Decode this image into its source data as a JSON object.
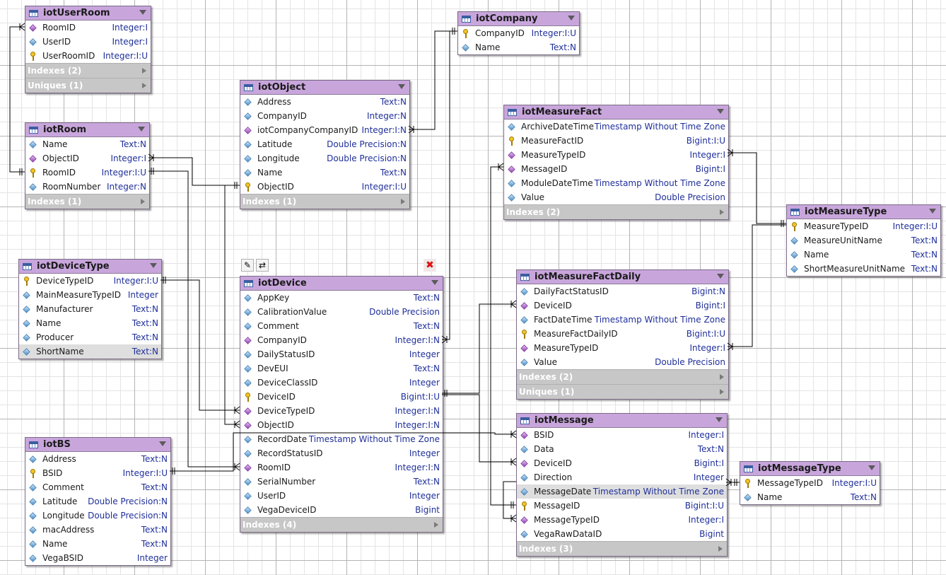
{
  "entities": [
    {
      "name": "iotUserRoom",
      "fields": [
        {
          "icon": "fk",
          "name": "RoomID",
          "type": "Integer:I"
        },
        {
          "icon": "attr",
          "name": "UserID",
          "type": "Integer:I"
        },
        {
          "icon": "key",
          "name": "UserRoomID",
          "type": "Integer:I:U"
        }
      ],
      "sections": [
        "Indexes (2)",
        "Uniques (1)"
      ]
    },
    {
      "name": "iotCompany",
      "fields": [
        {
          "icon": "key",
          "name": "CompanyID",
          "type": "Integer:I:U"
        },
        {
          "icon": "attr",
          "name": "Name",
          "type": "Text:N"
        }
      ],
      "sections": []
    },
    {
      "name": "iotObject",
      "fields": [
        {
          "icon": "attr",
          "name": "Address",
          "type": "Text:N"
        },
        {
          "icon": "attr",
          "name": "CompanyID",
          "type": "Integer:N"
        },
        {
          "icon": "fk",
          "name": "iotCompanyCompanyID",
          "type": "Integer:I:N"
        },
        {
          "icon": "attr",
          "name": "Latitude",
          "type": "Double Precision:N"
        },
        {
          "icon": "attr",
          "name": "Longitude",
          "type": "Double Precision:N"
        },
        {
          "icon": "attr",
          "name": "Name",
          "type": "Text:N"
        },
        {
          "icon": "key",
          "name": "ObjectID",
          "type": "Integer:I:U"
        }
      ],
      "sections": [
        "Indexes (1)"
      ]
    },
    {
      "name": "iotRoom",
      "fields": [
        {
          "icon": "attr",
          "name": "Name",
          "type": "Text:N"
        },
        {
          "icon": "fk",
          "name": "ObjectID",
          "type": "Integer:I"
        },
        {
          "icon": "key",
          "name": "RoomID",
          "type": "Integer:I:U"
        },
        {
          "icon": "attr",
          "name": "RoomNumber",
          "type": "Integer:N"
        }
      ],
      "sections": [
        "Indexes (1)"
      ]
    },
    {
      "name": "iotMeasureFact",
      "fields": [
        {
          "icon": "attr",
          "name": "ArchiveDateTime",
          "type": "Timestamp Without Time Zone"
        },
        {
          "icon": "key",
          "name": "MeasureFactID",
          "type": "Bigint:I:U"
        },
        {
          "icon": "fk",
          "name": "MeasureTypeID",
          "type": "Integer:I"
        },
        {
          "icon": "fk",
          "name": "MessageID",
          "type": "Bigint:I"
        },
        {
          "icon": "attr",
          "name": "ModuleDateTime",
          "type": "Timestamp Without Time Zone"
        },
        {
          "icon": "attr",
          "name": "Value",
          "type": "Double Precision"
        }
      ],
      "sections": [
        "Indexes (2)"
      ]
    },
    {
      "name": "iotMeasureType",
      "fields": [
        {
          "icon": "key",
          "name": "MeasureTypeID",
          "type": "Integer:I:U"
        },
        {
          "icon": "attr",
          "name": "MeasureUnitName",
          "type": "Text:N"
        },
        {
          "icon": "attr",
          "name": "Name",
          "type": "Text:N"
        },
        {
          "icon": "attr",
          "name": "ShortMeasureUnitName",
          "type": "Text:N"
        }
      ],
      "sections": []
    },
    {
      "name": "iotDeviceType",
      "fields": [
        {
          "icon": "key",
          "name": "DeviceTypeID",
          "type": "Integer:I:U"
        },
        {
          "icon": "attr",
          "name": "MainMeasureTypeID",
          "type": "Integer"
        },
        {
          "icon": "attr",
          "name": "Manufacturer",
          "type": "Text:N"
        },
        {
          "icon": "attr",
          "name": "Name",
          "type": "Text:N"
        },
        {
          "icon": "attr",
          "name": "Producer",
          "type": "Text:N"
        },
        {
          "icon": "attr",
          "name": "ShortName",
          "type": "Text:N",
          "selected": true
        }
      ],
      "sections": []
    },
    {
      "name": "iotDevice",
      "fields": [
        {
          "icon": "attr",
          "name": "AppKey",
          "type": "Text:N"
        },
        {
          "icon": "attr",
          "name": "CalibrationValue",
          "type": "Double Precision"
        },
        {
          "icon": "attr",
          "name": "Comment",
          "type": "Text:N"
        },
        {
          "icon": "fk",
          "name": "CompanyID",
          "type": "Integer:I:N"
        },
        {
          "icon": "attr",
          "name": "DailyStatusID",
          "type": "Integer"
        },
        {
          "icon": "attr",
          "name": "DevEUI",
          "type": "Text:N"
        },
        {
          "icon": "attr",
          "name": "DeviceClassID",
          "type": "Integer"
        },
        {
          "icon": "key",
          "name": "DeviceID",
          "type": "Bigint:I:U"
        },
        {
          "icon": "fk",
          "name": "DeviceTypeID",
          "type": "Integer:I:N"
        },
        {
          "icon": "fk",
          "name": "ObjectID",
          "type": "Integer:I:N"
        },
        {
          "icon": "attr",
          "name": "RecordDate",
          "type": "Timestamp Without Time Zone"
        },
        {
          "icon": "attr",
          "name": "RecordStatusID",
          "type": "Integer"
        },
        {
          "icon": "fk",
          "name": "RoomID",
          "type": "Integer:I:N"
        },
        {
          "icon": "attr",
          "name": "SerialNumber",
          "type": "Text:N"
        },
        {
          "icon": "attr",
          "name": "UserID",
          "type": "Integer"
        },
        {
          "icon": "attr",
          "name": "VegaDeviceID",
          "type": "Bigint"
        }
      ],
      "sections": [
        "Indexes (4)"
      ]
    },
    {
      "name": "iotMeasureFactDaily",
      "fields": [
        {
          "icon": "attr",
          "name": "DailyFactStatusID",
          "type": "Bigint:N"
        },
        {
          "icon": "fk",
          "name": "DeviceID",
          "type": "Bigint:I"
        },
        {
          "icon": "attr",
          "name": "FactDateTime",
          "type": "Timestamp Without Time Zone"
        },
        {
          "icon": "key",
          "name": "MeasureFactDailyID",
          "type": "Bigint:I:U"
        },
        {
          "icon": "fk",
          "name": "MeasureTypeID",
          "type": "Integer:I"
        },
        {
          "icon": "attr",
          "name": "Value",
          "type": "Double Precision"
        }
      ],
      "sections": [
        "Indexes (2)",
        "Uniques (1)"
      ]
    },
    {
      "name": "iotBS",
      "fields": [
        {
          "icon": "attr",
          "name": "Address",
          "type": "Text:N"
        },
        {
          "icon": "key",
          "name": "BSID",
          "type": "Integer:I:U"
        },
        {
          "icon": "attr",
          "name": "Comment",
          "type": "Text:N"
        },
        {
          "icon": "attr",
          "name": "Latitude",
          "type": "Double Precision:N"
        },
        {
          "icon": "attr",
          "name": "Longitude",
          "type": "Double Precision:N"
        },
        {
          "icon": "attr",
          "name": "macAddress",
          "type": "Text:N"
        },
        {
          "icon": "attr",
          "name": "Name",
          "type": "Text:N"
        },
        {
          "icon": "attr",
          "name": "VegaBSID",
          "type": "Integer"
        }
      ],
      "sections": []
    },
    {
      "name": "iotMessage",
      "fields": [
        {
          "icon": "fk",
          "name": "BSID",
          "type": "Integer:I"
        },
        {
          "icon": "attr",
          "name": "Data",
          "type": "Text:N"
        },
        {
          "icon": "fk",
          "name": "DeviceID",
          "type": "Bigint:I"
        },
        {
          "icon": "attr",
          "name": "Direction",
          "type": "Integer"
        },
        {
          "icon": "attr",
          "name": "MessageDate",
          "type": "Timestamp Without Time Zone",
          "selected": true
        },
        {
          "icon": "key",
          "name": "MessageID",
          "type": "Bigint:I:U"
        },
        {
          "icon": "fk",
          "name": "MessageTypeID",
          "type": "Integer:I"
        },
        {
          "icon": "attr",
          "name": "VegaRawDataID",
          "type": "Bigint"
        }
      ],
      "sections": [
        "Indexes (3)"
      ]
    },
    {
      "name": "iotMessageType",
      "fields": [
        {
          "icon": "key",
          "name": "MessageTypeID",
          "type": "Integer:I:U"
        },
        {
          "icon": "attr",
          "name": "Name",
          "type": "Text:N"
        }
      ],
      "sections": []
    }
  ],
  "toolbar": {
    "edit_icon": "pencil-icon",
    "link_icon": "add-relation-icon",
    "delete_icon": "delete-icon",
    "delete_glyph": "✖",
    "edit_glyph": "✎",
    "link_glyph": "⇄"
  },
  "colors": {
    "header": "#c8a6dc",
    "section": "#c7c7c7",
    "type_text": "#1f2f9a",
    "line": "#000000"
  }
}
